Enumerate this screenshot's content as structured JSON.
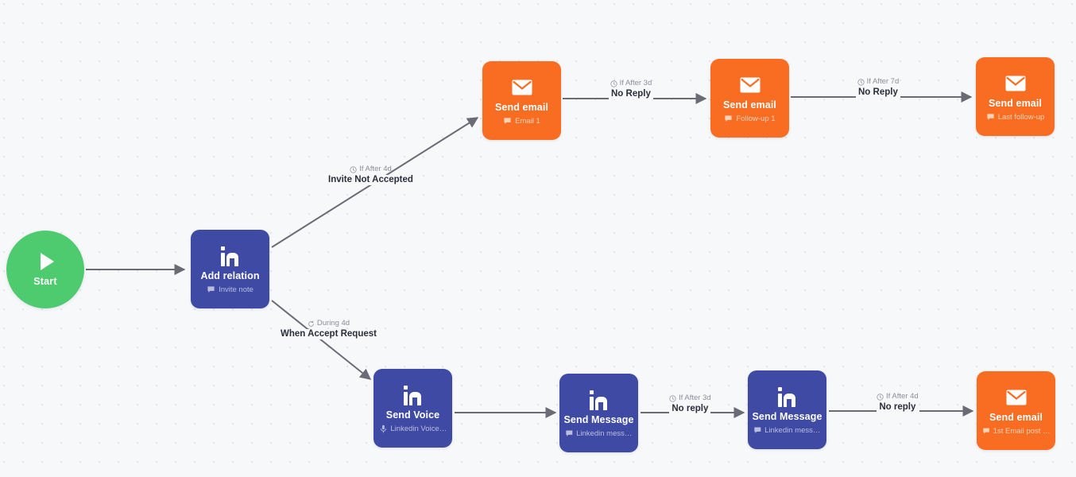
{
  "canvas": {
    "background_color": "#f7f8fa",
    "dot_color": "#e2e4e9",
    "edge_color": "#6b6b76"
  },
  "start": {
    "label": "Start",
    "icon": "play-icon",
    "color": "#4ecb6e"
  },
  "colors": {
    "linkedin_node": "#3f4aa5",
    "email_node": "#f96d23",
    "start_node": "#4ecb6e",
    "edge": "#6b6b76",
    "label_text": "#2b2e3a",
    "condition_text": "#8b8d98"
  },
  "nodes": [
    {
      "id": "add-relation",
      "type": "linkedin",
      "icon": "linkedin-icon",
      "title": "Add relation",
      "sub_icon": "message-icon",
      "sub": "Invite note"
    },
    {
      "id": "send-email-1",
      "type": "email",
      "icon": "envelope-icon",
      "title": "Send email",
      "sub_icon": "message-icon",
      "sub": "Email 1"
    },
    {
      "id": "send-email-2",
      "type": "email",
      "icon": "envelope-icon",
      "title": "Send email",
      "sub_icon": "message-icon",
      "sub": "Follow-up 1"
    },
    {
      "id": "send-email-3",
      "type": "email",
      "icon": "envelope-icon",
      "title": "Send email",
      "sub_icon": "message-icon",
      "sub": "Last follow-up"
    },
    {
      "id": "send-voice",
      "type": "linkedin",
      "icon": "linkedin-icon",
      "title": "Send Voice",
      "sub_icon": "microphone-icon",
      "sub": "Linkedin Voice ..."
    },
    {
      "id": "send-message-1",
      "type": "linkedin",
      "icon": "linkedin-icon",
      "title": "Send Message",
      "sub_icon": "message-icon",
      "sub": "Linkedin messa..."
    },
    {
      "id": "send-message-2",
      "type": "linkedin",
      "icon": "linkedin-icon",
      "title": "Send Message",
      "sub_icon": "message-icon",
      "sub": "Linkedin messa..."
    },
    {
      "id": "send-email-4",
      "type": "email",
      "icon": "envelope-icon",
      "title": "Send email",
      "sub_icon": "message-icon",
      "sub": "1st Email post Li..."
    }
  ],
  "edges": [
    {
      "id": "start-to-add-relation",
      "condition": "",
      "condition_icon": "",
      "label": ""
    },
    {
      "id": "add-relation-to-email-1",
      "condition": "If After 4d",
      "condition_icon": "clock-icon",
      "label": "Invite Not Accepted"
    },
    {
      "id": "email-1-to-email-2",
      "condition": "If After 3d",
      "condition_icon": "clock-icon",
      "label": "No Reply"
    },
    {
      "id": "email-2-to-email-3",
      "condition": "If After 7d",
      "condition_icon": "clock-icon",
      "label": "No Reply"
    },
    {
      "id": "add-relation-to-send-voice",
      "condition": "During 4d",
      "condition_icon": "refresh-icon",
      "label": "When Accept Request"
    },
    {
      "id": "send-voice-to-message-1",
      "condition": "",
      "condition_icon": "",
      "label": ""
    },
    {
      "id": "message-1-to-message-2",
      "condition": "If After 3d",
      "condition_icon": "clock-icon",
      "label": "No reply"
    },
    {
      "id": "message-2-to-email-4",
      "condition": "If After 4d",
      "condition_icon": "clock-icon",
      "label": "No reply"
    }
  ]
}
